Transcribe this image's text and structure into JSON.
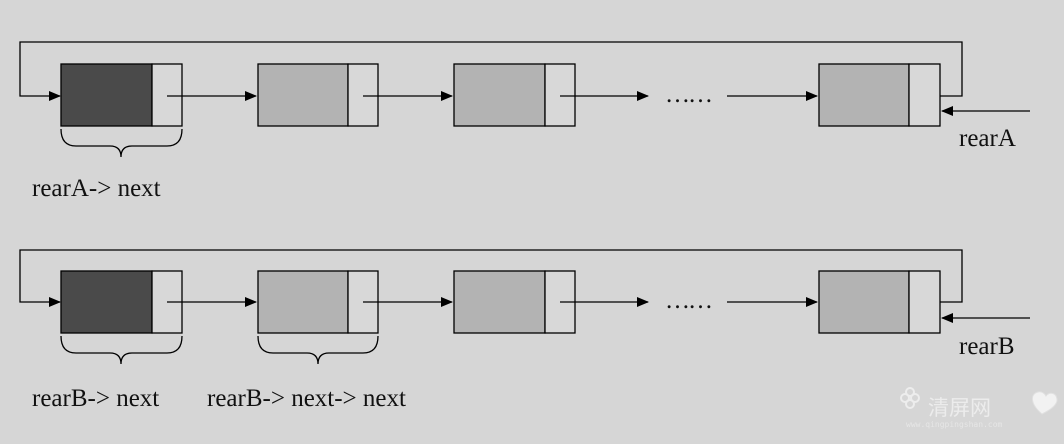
{
  "diagram": {
    "list_a": {
      "rear_label": "rearA",
      "brace_labels": [
        "rearA-> next"
      ],
      "ellipsis": "……"
    },
    "list_b": {
      "rear_label": "rearB",
      "brace_labels": [
        "rearB-> next",
        "rearB-> next-> next"
      ],
      "ellipsis": "……"
    }
  },
  "colors": {
    "background": "#d6d6d6",
    "head_node": "#4a4a4a",
    "node": "#b3b3b3",
    "pointer_field": "#d8d8d8",
    "line": "#000000"
  },
  "watermark": {
    "text": "清屏网",
    "url": "www.qingpingshan.com"
  }
}
